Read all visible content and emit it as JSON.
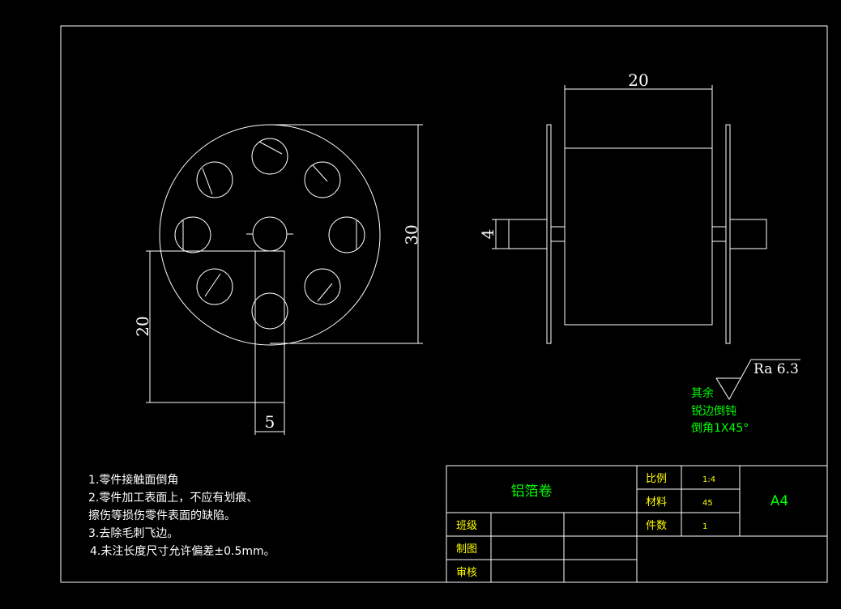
{
  "front_view": {
    "dim_diameter": "30",
    "dim_stem_length": "20",
    "dim_stem_width": "5"
  },
  "side_view": {
    "dim_width": "20",
    "dim_shaft": "4"
  },
  "surface_finish": {
    "ra_label": "Ra 6.3",
    "rest_label": "其余",
    "note_line1": "锐边倒钝",
    "note_line2": "倒角1X45°"
  },
  "notes": [
    "1.零件接触面倒角",
    "2.零件加工表面上，不应有划痕、",
    "擦伤等损伤零件表面的缺陷。",
    "3.去除毛刺飞边。",
    "4.未注长度尺寸允许偏差±0.5mm。"
  ],
  "title_block": {
    "part_name": "铝箔卷",
    "scale_label": "比例",
    "scale_value": "1:4",
    "material_label": "材料",
    "material_value": "45",
    "quantity_label": "件数",
    "quantity_value": "1",
    "sheet_size": "A4",
    "class_label": "班级",
    "drawn_label": "制图",
    "review_label": "审核"
  },
  "colors": {
    "background": "#000000",
    "lines": "#ffffff",
    "annotation": "#00ff00",
    "titles": "#ffff00"
  }
}
